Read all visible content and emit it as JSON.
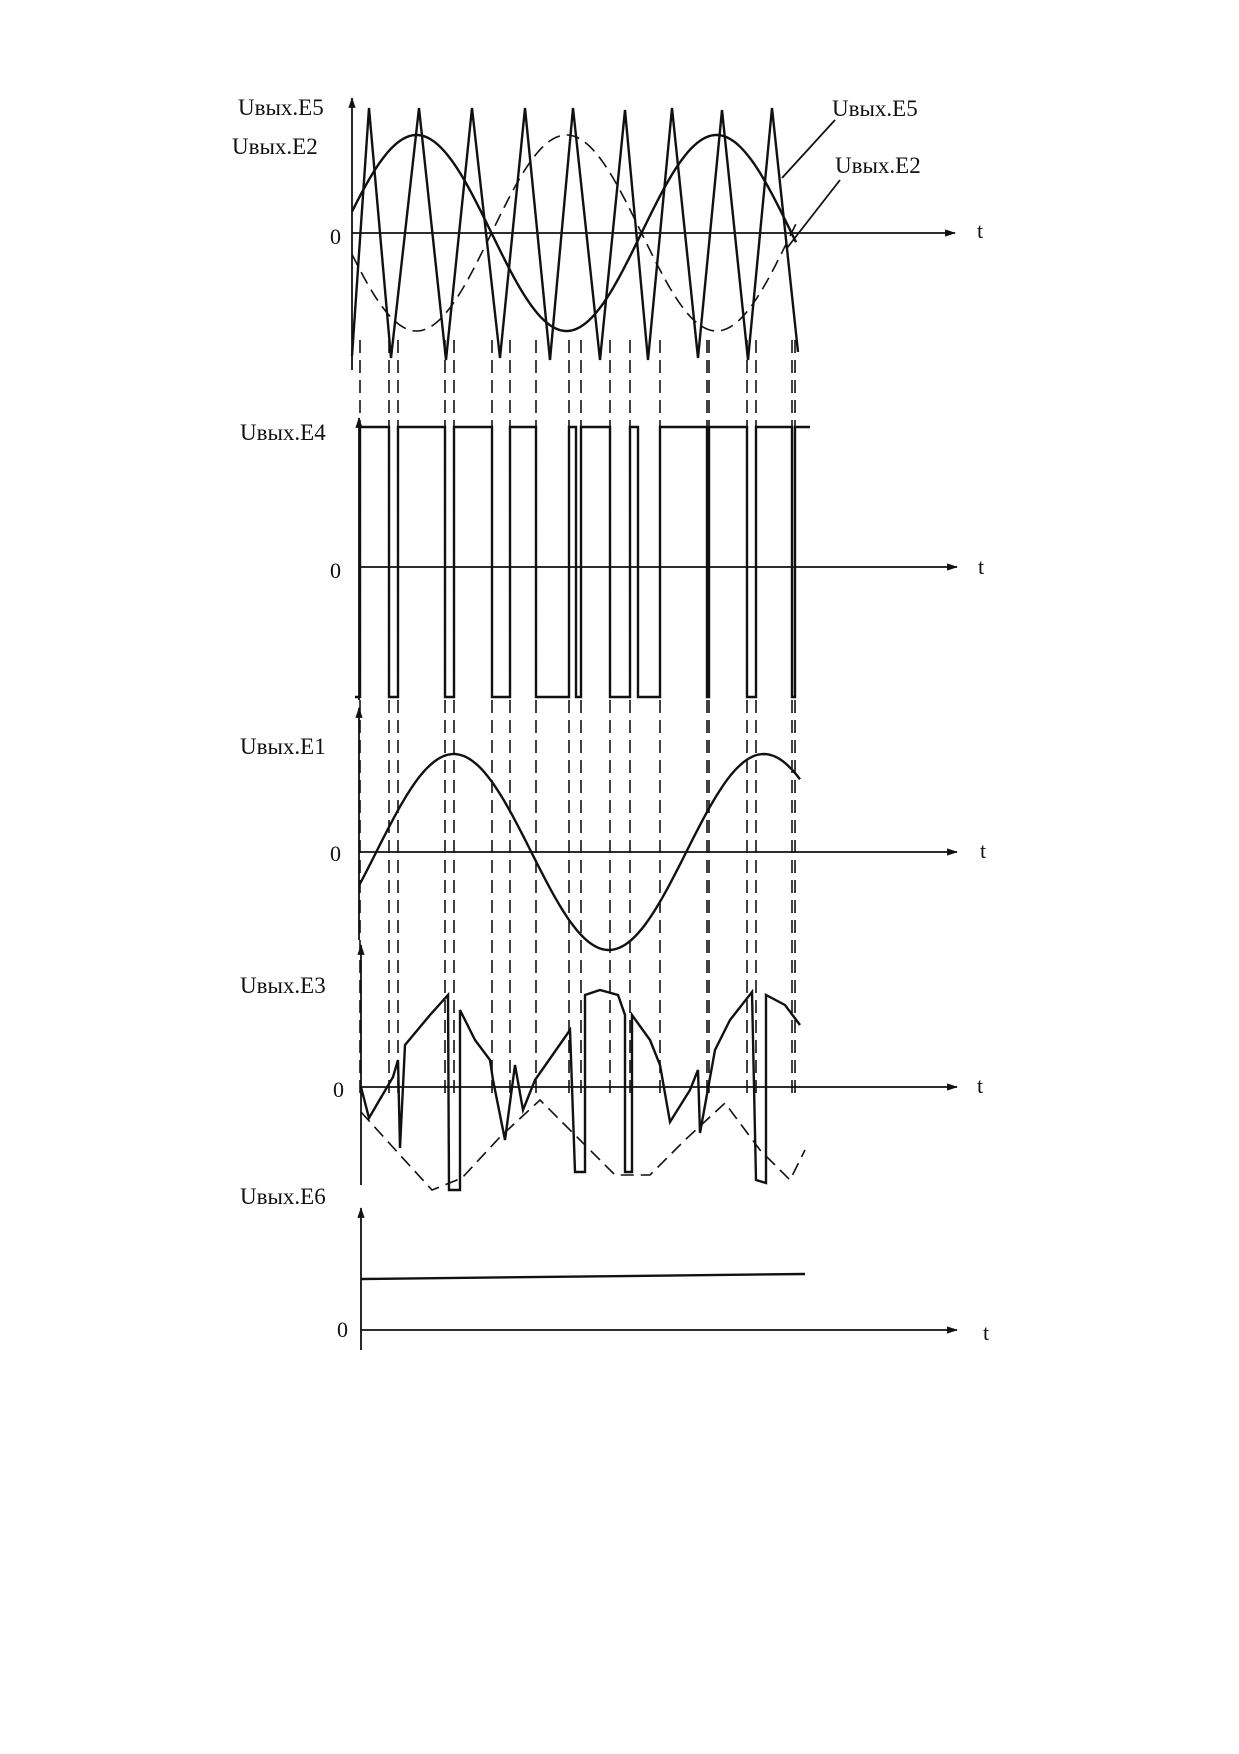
{
  "panels": [
    {
      "id": "e5e2",
      "labels": [
        "Uвых.E5",
        "Uвых.E2"
      ],
      "zero_label": "0",
      "time_label": "t",
      "curve_labels": [
        "Uвых.E5",
        "Uвых.E2"
      ]
    },
    {
      "id": "e4",
      "labels": [
        "Uвых.E4"
      ],
      "zero_label": "0",
      "time_label": "t"
    },
    {
      "id": "e1",
      "labels": [
        "Uвых.E1"
      ],
      "zero_label": "0",
      "time_label": "t"
    },
    {
      "id": "e3",
      "labels": [
        "Uвых.E3"
      ],
      "zero_label": "0",
      "time_label": "t"
    },
    {
      "id": "e6",
      "labels": [
        "Uвых.E6"
      ],
      "zero_label": "0",
      "time_label": "t"
    }
  ]
}
